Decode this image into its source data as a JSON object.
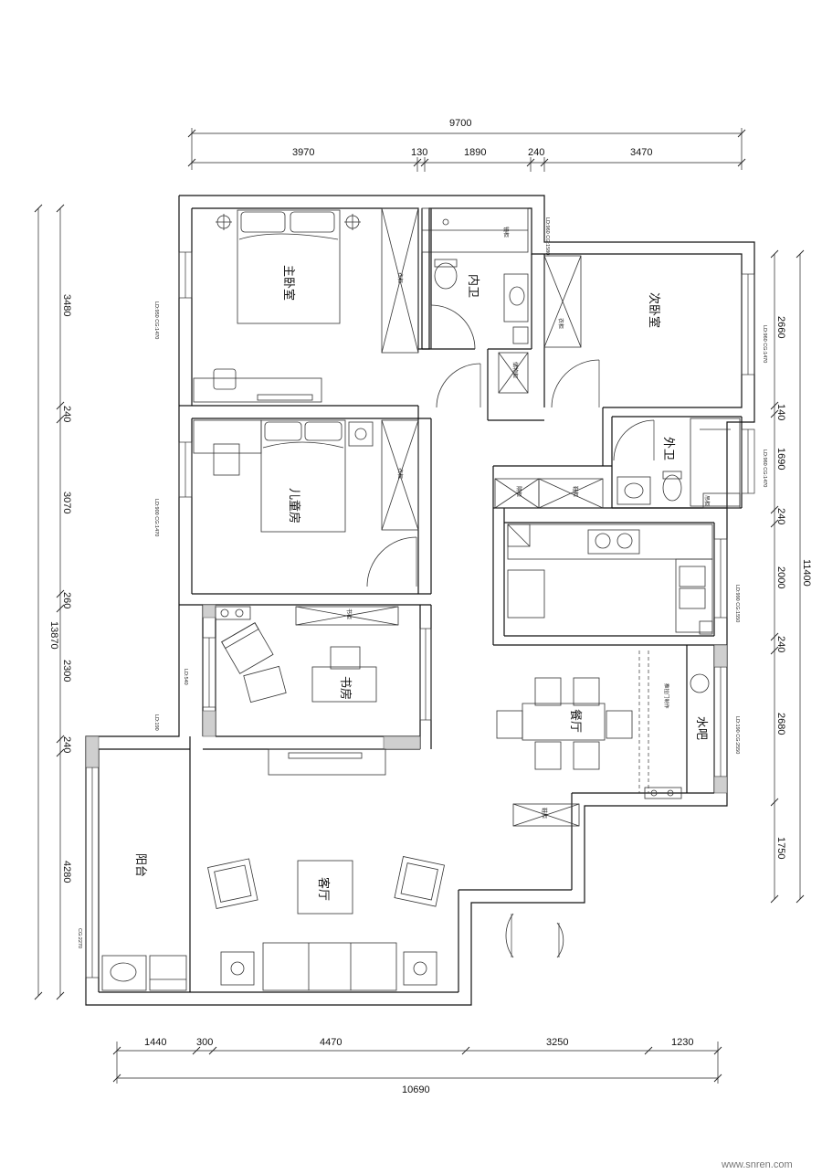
{
  "dimensions": {
    "top_total": "9700",
    "top_segments": [
      "3970",
      "130",
      "1890",
      "240",
      "3470"
    ],
    "left_total": "13870",
    "left_segments": [
      "3480",
      "240",
      "3070",
      "260",
      "2300",
      "240",
      "4280"
    ],
    "right_total": "11400",
    "right_segments": [
      "2660",
      "140",
      "1690",
      "240",
      "2000",
      "240",
      "2680",
      "1750"
    ],
    "bottom_total": "10690",
    "bottom_segments": [
      "1440",
      "300",
      "4470",
      "3250",
      "1230"
    ]
  },
  "rooms": {
    "master_bedroom": "主卧室",
    "second_bedroom": "次卧室",
    "inner_bath": "内卫",
    "outer_bath": "外卫",
    "kids_room": "儿童房",
    "study": "书房",
    "dining": "餐厅",
    "water_bar": "水吧",
    "balcony": "阳台",
    "living": "客厅"
  },
  "labels": {
    "wardrobe_a": "衣柜",
    "wardrobe_b": "衣柜",
    "wardrobe_c": "衣柜",
    "bookcase": "书柜",
    "shoe_cabinet": "鞋柜",
    "shoe_cabinet_b": "鞋柜",
    "storage_cabinet": "储物柜",
    "hutch": "隔柜",
    "bath_cabinet": "镜柜",
    "tall_cabinet": "吊柜",
    "glass_door": "推拉门制作",
    "note_master": "LD:950 CG:1470",
    "note_kids": "LD:900 CG:1470",
    "note_study_a": "LD:540",
    "note_study_b": "LD:190",
    "note_inner_bath": "LD:960 CG:1580",
    "note_second": "LD:960 CG:1470",
    "note_outer_bath": "LD:960 CG:1470",
    "note_kitchen": "LD:990 CG:1550",
    "note_waterbar": "LD:190 CG:2550",
    "note_balcony": "CG:2270"
  },
  "watermark": "www.snren.com"
}
